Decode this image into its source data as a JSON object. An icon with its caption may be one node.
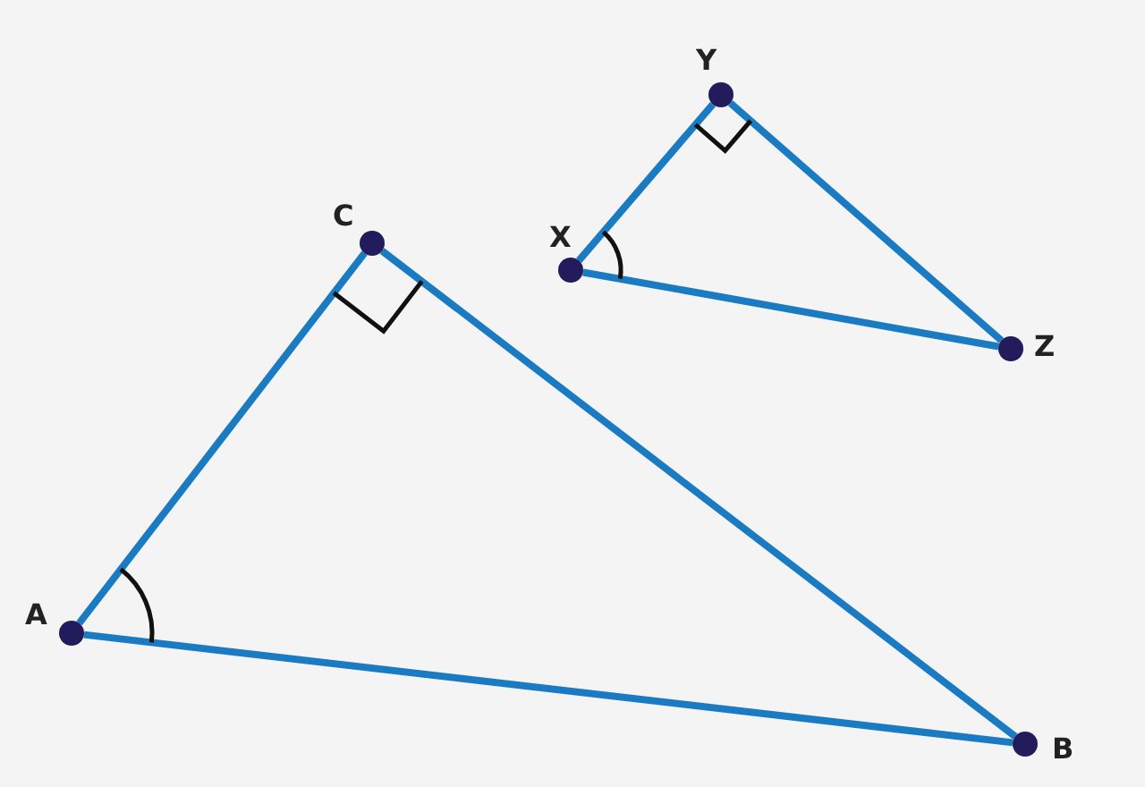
{
  "diagram": {
    "nodes": [
      {
        "text": [
          "Y"
        ]
      },
      {
        "text": [
          "C"
        ]
      },
      {
        "text": [
          "X"
        ]
      },
      {
        "text": [
          "Z"
        ]
      },
      {
        "text": [
          "A"
        ]
      },
      {
        "text": [
          "B"
        ]
      }
    ],
    "edges": [
      {
        "from": 1,
        "to": 4,
        "arrow": "none"
      },
      {
        "from": 1,
        "to": 5,
        "arrow": "none"
      },
      {
        "from": 4,
        "to": 5,
        "arrow": "none"
      },
      {
        "from": 0,
        "to": 2,
        "arrow": "none"
      },
      {
        "from": 0,
        "to": 3,
        "arrow": "none"
      },
      {
        "from": 2,
        "to": 3,
        "arrow": "none"
      }
    ]
  }
}
